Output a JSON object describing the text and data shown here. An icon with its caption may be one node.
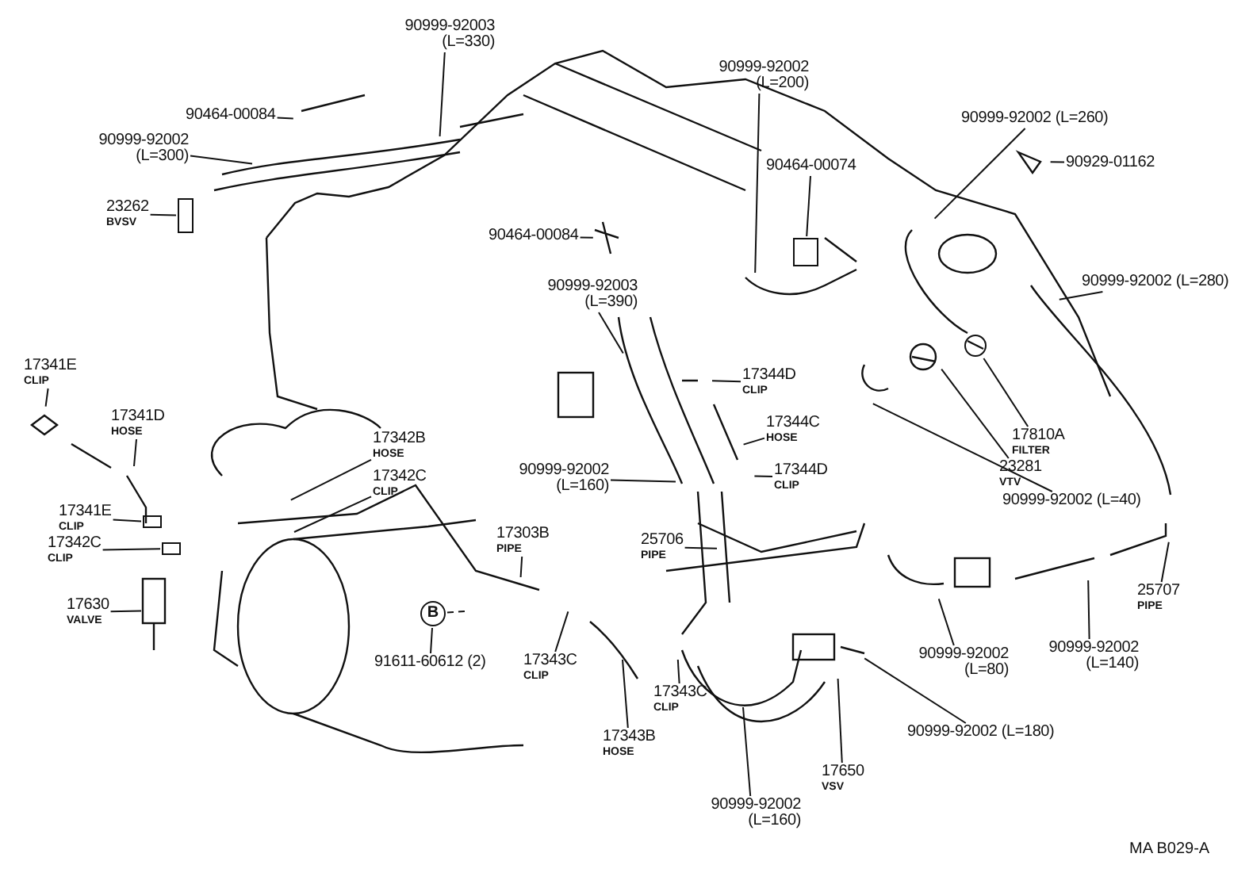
{
  "diagram": {
    "nodes": [
      {
        "text": [
          "90999-92003 (L=330)"
        ]
      },
      {
        "text": [
          "90464-00084"
        ]
      },
      {
        "text": [
          "90999-92002 (L=300)"
        ]
      },
      {
        "text": [
          "23262",
          "BVSV"
        ]
      },
      {
        "text": [
          "90999-92002 (L=200)"
        ]
      },
      {
        "text": [
          "90464-00074"
        ]
      },
      {
        "text": [
          "90999-92002 (L=260)"
        ]
      },
      {
        "text": [
          "90929-01162"
        ]
      },
      {
        "text": [
          "90464-00084"
        ]
      },
      {
        "text": [
          "90999-92003 (L=390)"
        ]
      },
      {
        "text": [
          "90999-92002 (L=280)"
        ]
      },
      {
        "text": [
          "17341E",
          "CLIP"
        ]
      },
      {
        "text": [
          "17341D",
          "HOSE"
        ]
      },
      {
        "text": [
          "17344D",
          "CLIP"
        ]
      },
      {
        "text": [
          "17344C",
          "HOSE"
        ]
      },
      {
        "text": [
          "17342B",
          "HOSE"
        ]
      },
      {
        "text": [
          "17342C",
          "CLIP"
        ]
      },
      {
        "text": [
          "17810A",
          "FILTER"
        ]
      },
      {
        "text": [
          "23281",
          "VTV"
        ]
      },
      {
        "text": [
          "90999-92002 (L=160)"
        ]
      },
      {
        "text": [
          "17344D",
          "CLIP"
        ]
      },
      {
        "text": [
          "17341E",
          "CLIP"
        ]
      },
      {
        "text": [
          "17342C",
          "CLIP"
        ]
      },
      {
        "text": [
          "90999-92002 (L=40)"
        ]
      },
      {
        "text": [
          "17303B",
          "PIPE"
        ]
      },
      {
        "text": [
          "25706",
          "PIPE"
        ]
      },
      {
        "text": [
          "25707",
          "PIPE"
        ]
      },
      {
        "text": [
          "17630",
          "VALVE"
        ]
      },
      {
        "text": [
          "B"
        ]
      },
      {
        "text": [
          "91611-60612 (2)"
        ]
      },
      {
        "text": [
          "17343C",
          "CLIP"
        ]
      },
      {
        "text": [
          "90999-92002 (L=80)"
        ]
      },
      {
        "text": [
          "90999-92002 (L=140)"
        ]
      },
      {
        "text": [
          "17343C",
          "CLIP"
        ]
      },
      {
        "text": [
          "17343B",
          "HOSE"
        ]
      },
      {
        "text": [
          "90999-92002 (L=180)"
        ]
      },
      {
        "text": [
          "17650",
          "VSV"
        ]
      },
      {
        "text": [
          "90999-92002 (L=160)"
        ]
      },
      {
        "text": [],
        "shape": "box"
      },
      {
        "text": [],
        "shape": "box"
      },
      {
        "text": [],
        "shape": "circle"
      },
      {
        "text": [],
        "shape": "box"
      },
      {
        "text": [],
        "shape": "box"
      }
    ],
    "edges": [
      {
        "from": 0,
        "to": null,
        "arrow": "none"
      },
      {
        "from": 1,
        "to": null,
        "arrow": "none"
      },
      {
        "from": 2,
        "to": null,
        "arrow": "none"
      },
      {
        "from": 3,
        "to": 38,
        "arrow": "none"
      },
      {
        "from": 4,
        "to": null,
        "arrow": "none"
      },
      {
        "from": 5,
        "to": 39,
        "arrow": "none"
      },
      {
        "from": 6,
        "to": null,
        "arrow": "none"
      },
      {
        "from": 7,
        "to": null,
        "arrow": "none"
      },
      {
        "from": 8,
        "to": null,
        "arrow": "none"
      },
      {
        "from": 9,
        "to": null,
        "arrow": "none"
      },
      {
        "from": 10,
        "to": null,
        "arrow": "none"
      },
      {
        "from": 11,
        "to": null,
        "arrow": "none"
      },
      {
        "from": 12,
        "to": null,
        "arrow": "none"
      },
      {
        "from": 13,
        "to": null,
        "arrow": "none"
      },
      {
        "from": 14,
        "to": null,
        "arrow": "none"
      },
      {
        "from": 15,
        "to": null,
        "arrow": "none"
      },
      {
        "from": 16,
        "to": null,
        "arrow": "none"
      },
      {
        "from": 17,
        "to": 40,
        "arrow": "none"
      },
      {
        "from": 18,
        "to": null,
        "arrow": "none"
      },
      {
        "from": 19,
        "to": null,
        "arrow": "none"
      },
      {
        "from": 20,
        "to": null,
        "arrow": "none"
      },
      {
        "from": 21,
        "to": 41,
        "arrow": "none"
      },
      {
        "from": 22,
        "to": 42,
        "arrow": "none"
      },
      {
        "from": 23,
        "to": null,
        "arrow": "none"
      },
      {
        "from": 24,
        "to": null,
        "arrow": "none"
      },
      {
        "from": 25,
        "to": null,
        "arrow": "none"
      },
      {
        "from": 26,
        "to": null,
        "arrow": "none"
      },
      {
        "from": 27,
        "to": null,
        "arrow": "none"
      },
      {
        "from": 28,
        "to": null,
        "arrow": "none",
        "style": "dashed"
      },
      {
        "from": 29,
        "to": 28,
        "arrow": "none"
      },
      {
        "from": 30,
        "to": null,
        "arrow": "none"
      },
      {
        "from": 31,
        "to": null,
        "arrow": "none"
      },
      {
        "from": 32,
        "to": null,
        "arrow": "none"
      },
      {
        "from": 33,
        "to": null,
        "arrow": "none"
      },
      {
        "from": 34,
        "to": null,
        "arrow": "none"
      },
      {
        "from": 35,
        "to": null,
        "arrow": "none"
      },
      {
        "from": 36,
        "to": null,
        "arrow": "none"
      },
      {
        "from": 37,
        "to": null,
        "arrow": "none"
      }
    ],
    "labels": [
      "MA B029-A"
    ]
  }
}
